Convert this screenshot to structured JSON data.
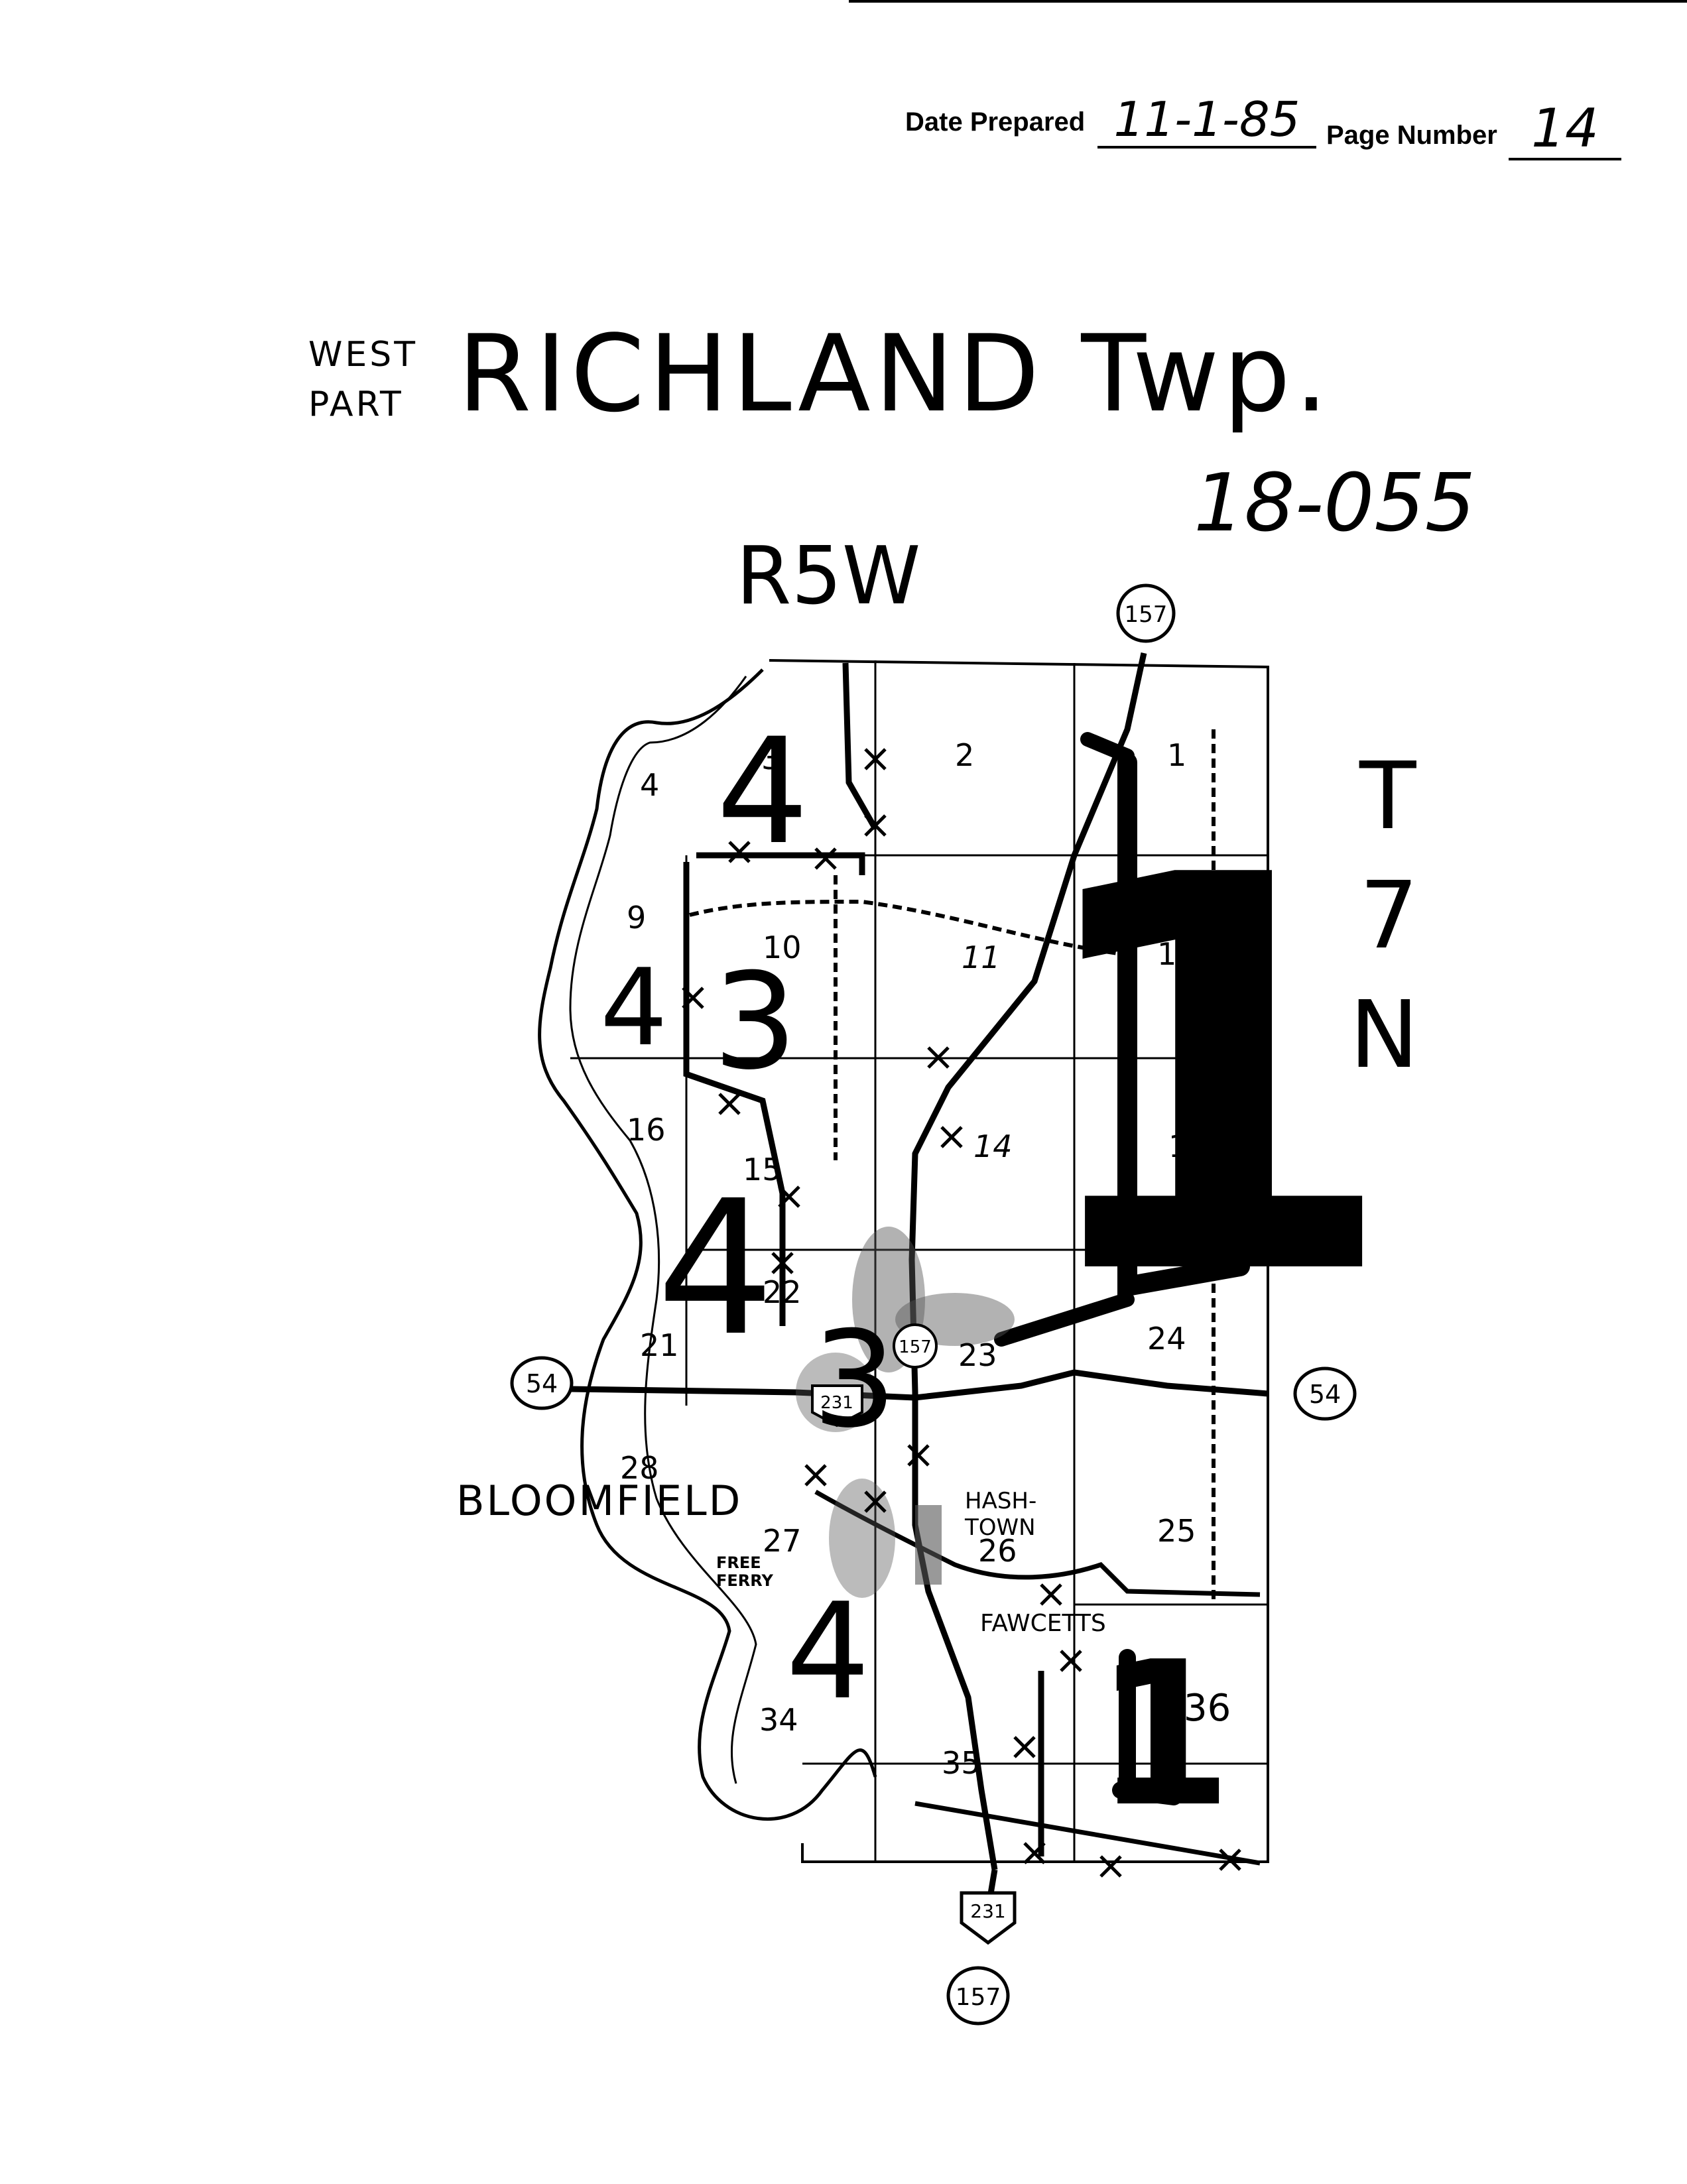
{
  "header": {
    "date_label": "Date Prepared",
    "date_value": "11-1-85",
    "page_label": "Page Number",
    "page_value": "14"
  },
  "title": {
    "part_line1": "WEST",
    "part_line2": "PART",
    "township": "RICHLAND Twp.",
    "code": "18-055",
    "range": "R5W",
    "tier": [
      "T",
      "7",
      "N"
    ]
  },
  "map": {
    "sections": [
      "1",
      "2",
      "3",
      "4",
      "9",
      "10",
      "11",
      "12",
      "13",
      "14",
      "15",
      "16",
      "21",
      "22",
      "23",
      "24",
      "25",
      "26",
      "27",
      "28",
      "34",
      "35",
      "36"
    ],
    "route_shields": [
      "157",
      "54",
      "54",
      "231",
      "157",
      "231",
      "157"
    ],
    "places": [
      "BLOOMFIELD",
      "HASH-",
      "TOWN",
      "FREE",
      "FERRY",
      "FAWCETTS"
    ],
    "zone_numbers": [
      "4",
      "4",
      "3",
      "4",
      "3",
      "1",
      "1",
      "4"
    ],
    "colors": {
      "ink": "#000000",
      "paper": "#ffffff",
      "stipple": "#555555"
    }
  }
}
